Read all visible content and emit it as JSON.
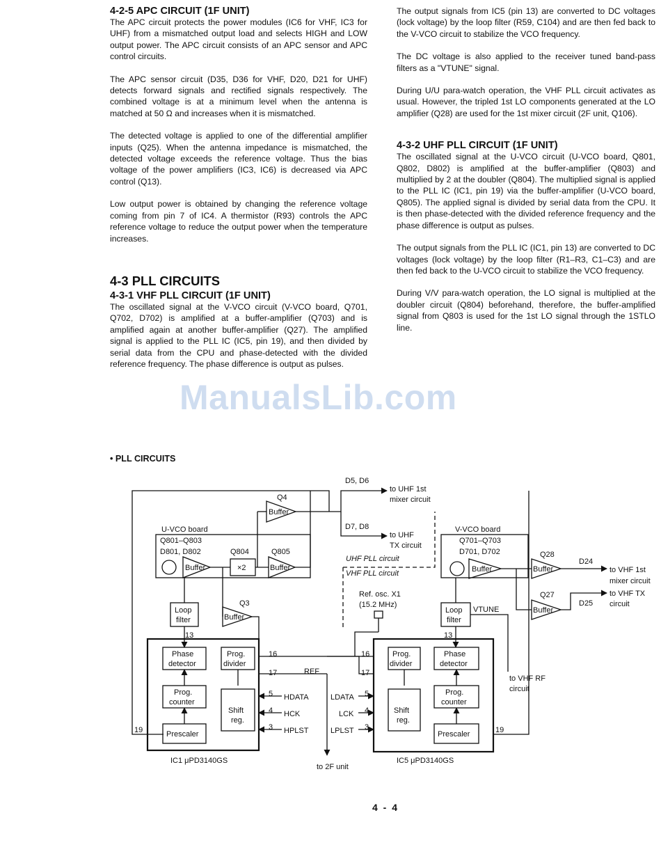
{
  "left": {
    "s425_title": "4-2-5 APC CIRCUIT (1F UNIT)",
    "s425_p1": "The APC circuit protects the power modules (IC6 for VHF, IC3 for UHF) from a mismatched output load and selects HIGH and LOW output power. The APC circuit consists of an APC sensor and APC control circuits.",
    "s425_p2": "The APC sensor circuit (D35, D36 for VHF, D20, D21 for UHF) detects forward signals and rectified signals respectively. The combined voltage is at a minimum level when the antenna is matched at 50 Ω and increases when it is mismatched.",
    "s425_p3": "The detected voltage is applied to one of the differential amplifier inputs (Q25). When the antenna impedance is mismatched, the detected voltage exceeds the reference voltage. Thus the bias voltage of the power amplifiers (IC3, IC6) is decreased via APC control (Q13).",
    "s425_p4": "Low output power is obtained by changing the reference voltage coming from pin 7 of IC4. A thermistor (R93) controls the APC reference voltage to reduce the output power when the temperature increases.",
    "s43_title": "4-3 PLL CIRCUITS",
    "s431_title": "4-3-1 VHF PLL CIRCUIT (1F UNIT)",
    "s431_p1": "The oscillated signal at the V-VCO circuit (V-VCO board, Q701, Q702, D702) is amplified at a buffer-amplifier (Q703) and is amplified again at another buffer-amplifier (Q27). The amplified signal is applied to the PLL IC (IC5, pin 19), and then divided by serial data from the CPU and phase-detected with the divided reference frequency. The phase difference is output as pulses."
  },
  "right": {
    "p1": "The output signals from IC5 (pin 13) are converted to DC voltages (lock voltage) by the loop filter (R59, C104) and are then fed back to the V-VCO circuit to stabilize the VCO frequency.",
    "p2": "The DC voltage is also applied to the receiver tuned band-pass filters as a \"VTUNE\" signal.",
    "p3": "During U/U para-watch operation, the VHF PLL circuit activates as usual. However, the tripled 1st LO components generated at the LO amplifier (Q28) are used for the 1st mixer circuit (2F unit, Q106).",
    "s432_title": "4-3-2 UHF PLL CIRCUIT (1F UNIT)",
    "s432_p1": "The oscillated signal at the U-VCO circuit (U-VCO board, Q801, Q802, D802) is amplified at the buffer-amplifier (Q803) and multiplied by 2 at the doubler (Q804). The multiplied signal is applied to the PLL IC (IC1, pin 19) via the buffer-amplifier (U-VCO board, Q805). The applied signal is divided by serial data from the CPU. It is then phase-detected with the divided reference frequency and the phase difference is output as pulses.",
    "s432_p2": "The output signals from the PLL IC (IC1, pin 13) are converted to DC voltages (lock voltage) by the loop filter (R1–R3, C1–C3) and are then fed back to the U-VCO circuit to stabilize the VCO frequency.",
    "s432_p3": "During V/V para-watch operation, the LO signal is multiplied at the doubler circuit (Q804) beforehand, therefore, the buffer-amplified signal from Q803 is used for the 1st LO signal through the 1STLO line."
  },
  "watermark": "ManualsLib.com",
  "diagram": {
    "title": "• PLL CIRCUITS",
    "q4": "Q4",
    "buffer": "Buffer",
    "uvco_board": "U-VCO board",
    "uvco_q": "Q801–Q803",
    "uvco_d": "D801, D802",
    "q804": "Q804",
    "q805": "Q805",
    "x2": "×2",
    "loop": "Loop",
    "filter": "filter",
    "q3": "Q3",
    "d5d6": "D5, D6",
    "to_uhf_1st": "to UHF 1st",
    "mixer_circuit": "mixer circuit",
    "d7d8": "D7, D8",
    "to_uhf": "to UHF",
    "tx_circuit": "TX circuit",
    "uhf_pll": "UHF PLL circuit",
    "vhf_pll": "VHF PLL circuit",
    "ref_osc": "Ref. osc. X1",
    "ref_freq": "(15.2 MHz)",
    "vvco_board": "V-VCO board",
    "vvco_q": "Q701–Q703",
    "vvco_d": "D701, D702",
    "q28": "Q28",
    "q27": "Q27",
    "d24": "D24",
    "d25": "D25",
    "to_vhf_1st": "to VHF 1st",
    "mixer_circuit2": "mixer circuit",
    "to_vhf_tx": "to VHF TX",
    "circuit": "circuit",
    "vtune": "VTUNE",
    "to_vhf_rf": "to VHF RF",
    "circuit2": "circuit",
    "phase": "Phase",
    "detector": "detector",
    "prog": "Prog.",
    "divider": "divider",
    "counter": "counter",
    "shift": "Shift",
    "reg": "reg.",
    "prescaler": "Prescaler",
    "ref": "REF",
    "hdata": "HDATA",
    "hck": "HCK",
    "hplst": "HPLST",
    "ldata": "LDATA",
    "lck": "LCK",
    "lplst": "LPLST",
    "p13": "13",
    "p16": "16",
    "p17": "17",
    "p5": "5",
    "p4": "4",
    "p3": "3",
    "p19": "19",
    "ic1": "IC1 μPD3140GS",
    "ic5": "IC5 μPD3140GS",
    "to_2f": "to 2F unit"
  },
  "page_number": "4 - 4"
}
